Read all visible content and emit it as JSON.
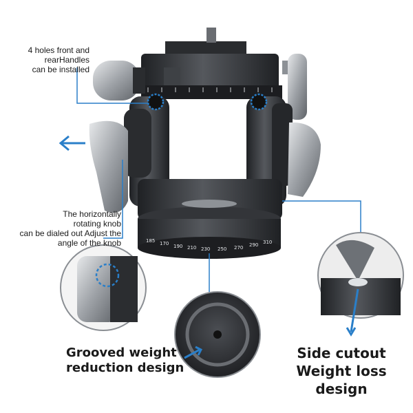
{
  "callouts": {
    "holes_line1": "4 holes front and",
    "holes_line2": "rearHandles",
    "holes_line3": "can be installed",
    "knob_line1": "The horizontally",
    "knob_line2": "rotating knob",
    "knob_line3": "can be dialed out Adjust the",
    "knob_line4": "angle of the knob",
    "grooved_line1": "Grooved weight",
    "grooved_line2": "reduction design",
    "cutout_line1": "Side cutout",
    "cutout_line2": "Weight loss design"
  },
  "colors": {
    "accent_blue": "#2a7fc9",
    "metal_dark": "#2b2d30",
    "metal_mid": "#4a4d52",
    "metal_light": "#9a9ea4"
  },
  "icons": [
    "arrow-left-icon"
  ]
}
